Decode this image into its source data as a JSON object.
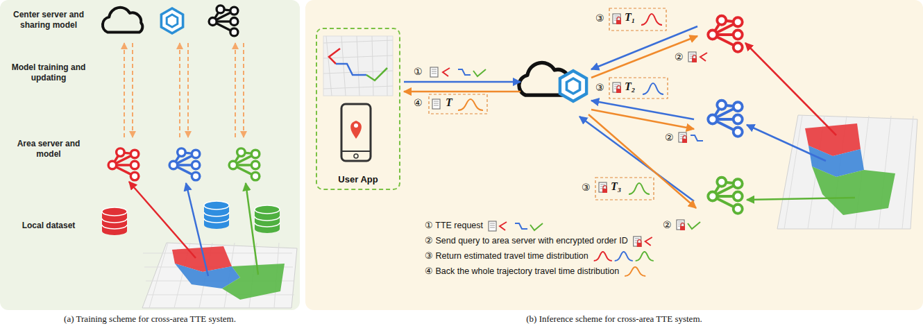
{
  "diagram": {
    "nodes": [
      {
        "text": [
          "Center server and sharing model",
          "Model training and updating",
          "Area server and model",
          "Local dataset"
        ]
      },
      {
        "text": [
          "User App"
        ]
      }
    ],
    "labels": [
      "①",
      "④",
      "T",
      "③",
      "T₁",
      "②",
      "③",
      "T₂",
      "②",
      "③",
      "T₃",
      "②",
      "(a) Training scheme for cross-area TTE system.",
      "(b) Inference scheme for cross-area TTE system."
    ],
    "legend": [
      {
        "text": "① TTE request"
      },
      {
        "text": "② Send query to area server with encrypted order ID"
      },
      {
        "text": "③ Return estimated travel time distribution"
      },
      {
        "text": "④ Back the whole trajectory travel time distribution"
      }
    ]
  }
}
